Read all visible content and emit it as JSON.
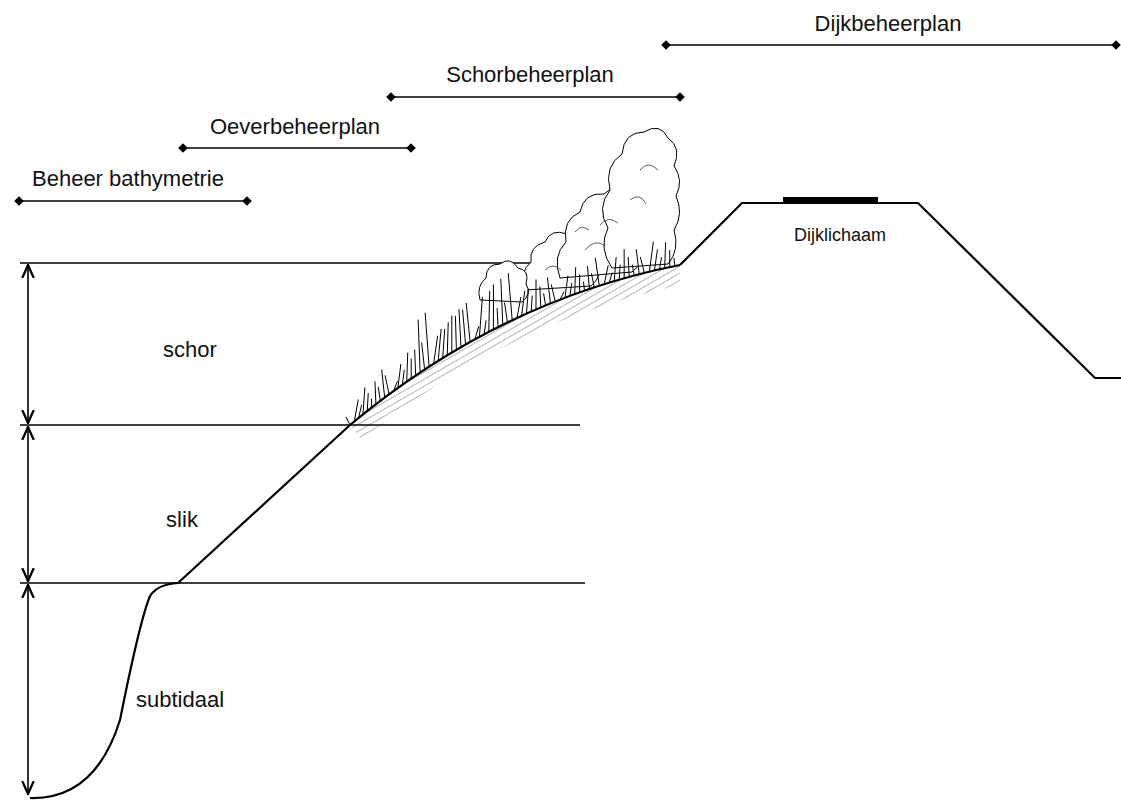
{
  "diagram": {
    "labels": [
      "Dijkbeheerplan",
      "Schorbeheerplan",
      "Oeverbeheerplan",
      "Beheer bathymetrie",
      "Dijklichaam",
      "schor",
      "slik",
      "subtidaal"
    ]
  }
}
